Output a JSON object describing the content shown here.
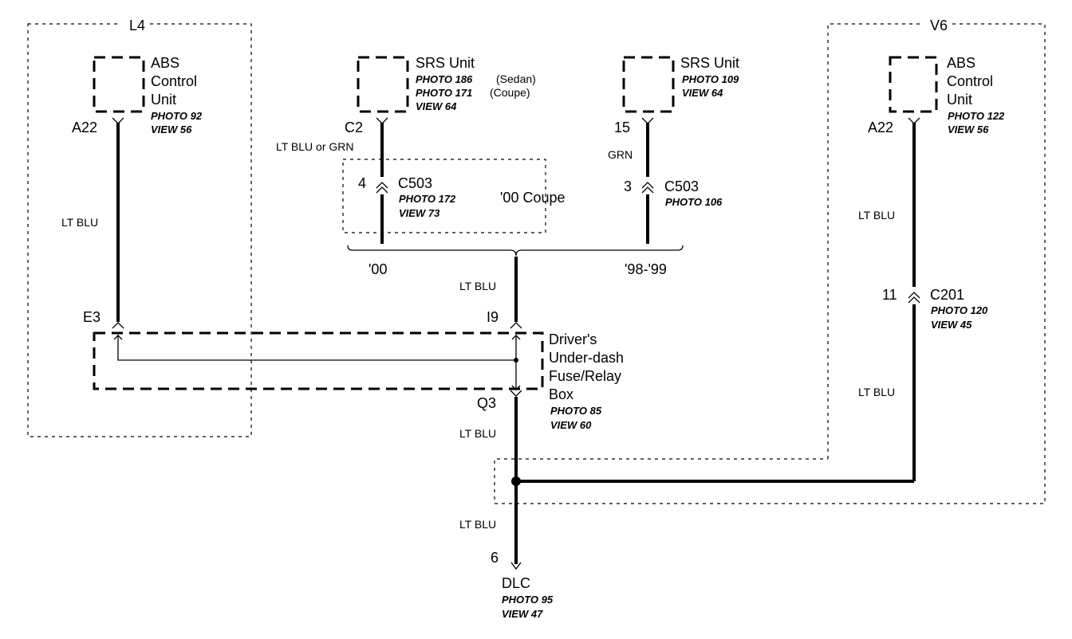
{
  "regions": {
    "l4": "L4",
    "v6": "V6",
    "coupe00": "'00 Coupe"
  },
  "abs_l4": {
    "name": [
      "ABS",
      "Control",
      "Unit"
    ],
    "photo": "PHOTO 92",
    "view": "VIEW 56",
    "pin": "A22"
  },
  "srs_00": {
    "name": "SRS Unit",
    "photo1": "PHOTO 186",
    "note1": "(Sedan)",
    "photo2": "PHOTO 171",
    "note2": "(Coupe)",
    "view": "VIEW 64",
    "pin": "C2"
  },
  "srs_98": {
    "name": "SRS Unit",
    "photo": "PHOTO 109",
    "view": "VIEW 64",
    "pin": "15"
  },
  "abs_v6": {
    "name": [
      "ABS",
      "Control",
      "Unit"
    ],
    "photo": "PHOTO 122",
    "view": "VIEW 56",
    "pin": "A22"
  },
  "c503_left": {
    "pin": "4",
    "name": "C503",
    "photo": "PHOTO 172",
    "view": "VIEW 73"
  },
  "c503_right": {
    "pin": "3",
    "name": "C503",
    "photo": "PHOTO 106"
  },
  "c201": {
    "pin": "11",
    "name": "C201",
    "photo": "PHOTO 120",
    "view": "VIEW 45"
  },
  "fuse_box": {
    "name": [
      "Driver's",
      "Under-dash",
      "Fuse/Relay",
      "Box"
    ],
    "photo": "PHOTO 85",
    "view": "VIEW 60",
    "pin_e3": "E3",
    "pin_i9": "I9",
    "pin_q3": "Q3"
  },
  "dlc": {
    "name": "DLC",
    "photo": "PHOTO 95",
    "view": "VIEW 47",
    "pin": "6"
  },
  "wires": {
    "abs_l4": "LT BLU",
    "srs_00": "LT BLU or GRN",
    "srs_98": "GRN",
    "bus": "LT BLU",
    "abs_v6_upper": "LT BLU",
    "abs_v6_lower": "LT BLU",
    "fuse_to_splice": "LT BLU",
    "splice_to_dlc": "LT BLU"
  },
  "year_labels": {
    "left": "'00",
    "right": "'98-'99"
  }
}
